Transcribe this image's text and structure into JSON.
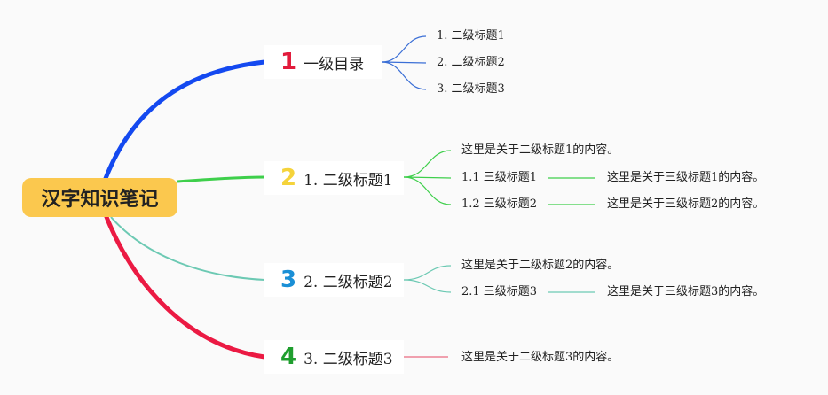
{
  "root": {
    "label": "汉字知识笔记"
  },
  "branches": [
    {
      "number": "1",
      "number_color": "#e21b3c",
      "line_color": "#1449f0",
      "label": "一级目录",
      "children": [
        {
          "label": "1. 二级标题1"
        },
        {
          "label": "2. 二级标题2"
        },
        {
          "label": "3. 二级标题3"
        }
      ]
    },
    {
      "number": "2",
      "number_color": "#f5d33b",
      "line_color": "#3ecf4b",
      "label": "1. 二级标题1",
      "children": [
        {
          "label": "这里是关于二级标题1的内容。"
        },
        {
          "label": "1.1 三级标题1",
          "detail": "这里是关于三级标题1的内容。"
        },
        {
          "label": "1.2 三级标题2",
          "detail": "这里是关于三级标题2的内容。"
        }
      ]
    },
    {
      "number": "3",
      "number_color": "#1a8fd6",
      "line_color": "#6cc9b3",
      "label": "2. 二级标题2",
      "children": [
        {
          "label": "这里是关于二级标题2的内容。"
        },
        {
          "label": "2.1 三级标题3",
          "detail": "这里是关于三级标题3的内容。"
        }
      ]
    },
    {
      "number": "4",
      "number_color": "#1f9e2e",
      "line_color": "#eb1a43",
      "label": "3. 二级标题3",
      "children": [
        {
          "label": "这里是关于二级标题3的内容。"
        }
      ]
    }
  ]
}
